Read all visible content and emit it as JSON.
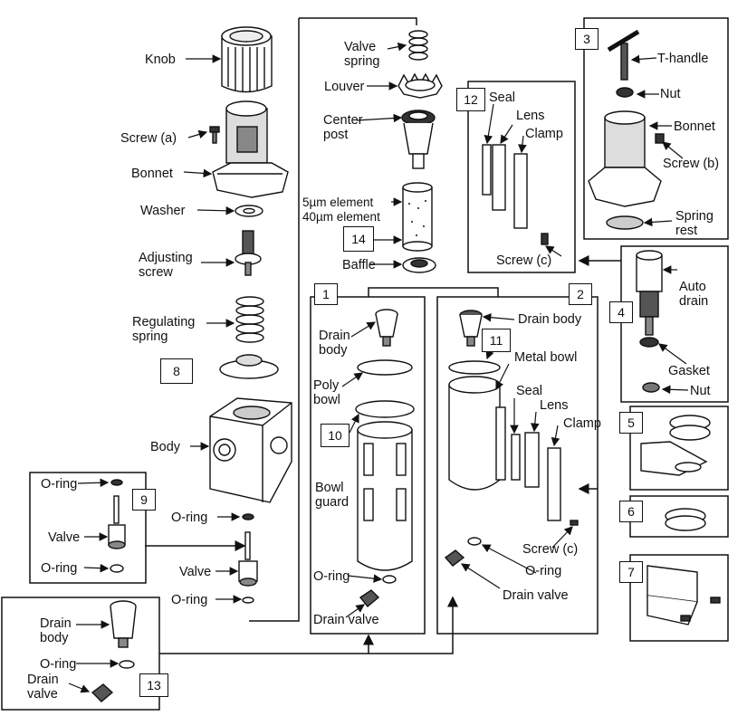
{
  "parts": {
    "knob": "Knob",
    "screw_a": "Screw (a)",
    "bonnet": "Bonnet",
    "washer": "Washer",
    "adjusting_screw": "Adjusting\nscrew",
    "regulating_spring": "Regulating\nspring",
    "body": "Body",
    "oring_main_1": "O-ring",
    "valve_main": "Valve",
    "oring_main_2": "O-ring",
    "valve_spring": "Valve\nspring",
    "louver": "Louver",
    "center_post": "Center\npost",
    "element": "5µm element\n40µm element",
    "baffle": "Baffle",
    "drain_body_1": "Drain\nbody",
    "poly_bowl": "Poly\nbowl",
    "bowl_guard": "Bowl\nguard",
    "oring_1": "O-ring",
    "drain_valve_1": "Drain valve",
    "drain_body_2": "Drain body",
    "metal_bowl": "Metal bowl",
    "seal_2": "Seal",
    "lens_2": "Lens",
    "clamp_2": "Clamp",
    "screw_c_2": "Screw (c)",
    "oring_2": "O-ring",
    "drain_valve_2": "Drain valve",
    "seal_12": "Seal",
    "lens_12": "Lens",
    "clamp_12": "Clamp",
    "screw_c_12": "Screw (c)",
    "t_handle": "T-handle",
    "nut_3": "Nut",
    "bonnet_3": "Bonnet",
    "screw_b": "Screw (b)",
    "spring_rest": "Spring\nrest",
    "auto_drain": "Auto\ndrain",
    "gasket": "Gasket",
    "nut_4": "Nut",
    "oring_9a": "O-ring",
    "valve_9": "Valve",
    "oring_9b": "O-ring",
    "drain_body_13": "Drain\nbody",
    "oring_13": "O-ring",
    "drain_valve_13": "Drain\nvalve"
  },
  "callouts": {
    "n1": "1",
    "n2": "2",
    "n3": "3",
    "n4": "4",
    "n5": "5",
    "n6": "6",
    "n7": "7",
    "n8": "8",
    "n9": "9",
    "n10": "10",
    "n11": "11",
    "n12": "12",
    "n13": "13",
    "n14": "14"
  },
  "colors": {
    "line": "#111111",
    "fill": "#ffffff",
    "shade": "#bdbdbd",
    "dark": "#555555"
  }
}
